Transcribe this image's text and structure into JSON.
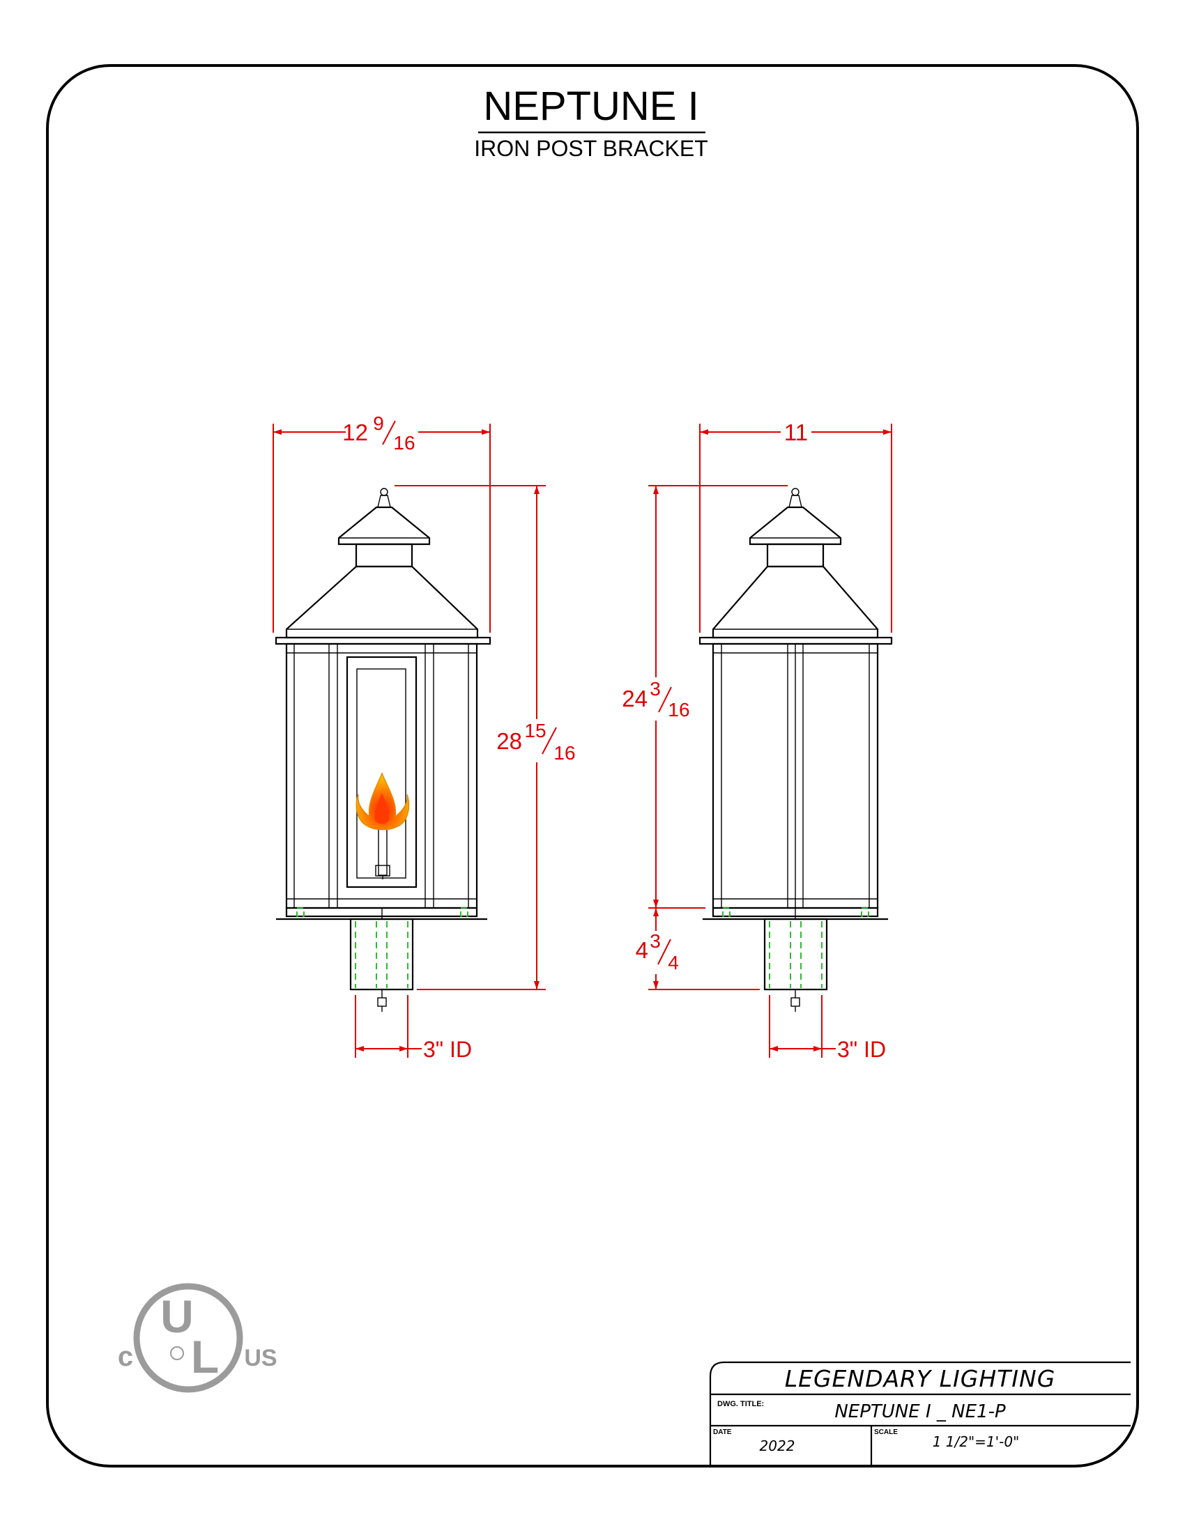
{
  "header": {
    "title": "NEPTUNE I",
    "subtitle": "IRON POST BRACKET"
  },
  "front_view": {
    "width_whole": "12",
    "width_num": "9",
    "width_den": "16",
    "height_whole": "28",
    "height_num": "15",
    "height_den": "16",
    "post_label": "3\" ID"
  },
  "side_view": {
    "width": "11",
    "body_whole": "24",
    "body_num": "3",
    "body_den": "16",
    "post_whole": "4",
    "post_num": "3",
    "post_den": "4",
    "post_label": "3\" ID"
  },
  "certification": {
    "mark_main_top": "U",
    "mark_main_bottom": "L",
    "mark_left": "c",
    "mark_right": "US",
    "color": "#9b9b9b"
  },
  "title_block": {
    "company": "LEGENDARY LIGHTING",
    "dwg_title_label": "DWG. TITLE:",
    "dwg_title": "NEPTUNE I _ NE1-P",
    "date_label": "DATE",
    "date": "2022",
    "scale_label": "SCALE",
    "scale": "1 1/2\"=1'-0\""
  },
  "colors": {
    "dimension": "#e00000",
    "hidden_line": "#19b219",
    "flame_outer": "#ffc000",
    "flame_inner": "#ff3000"
  }
}
